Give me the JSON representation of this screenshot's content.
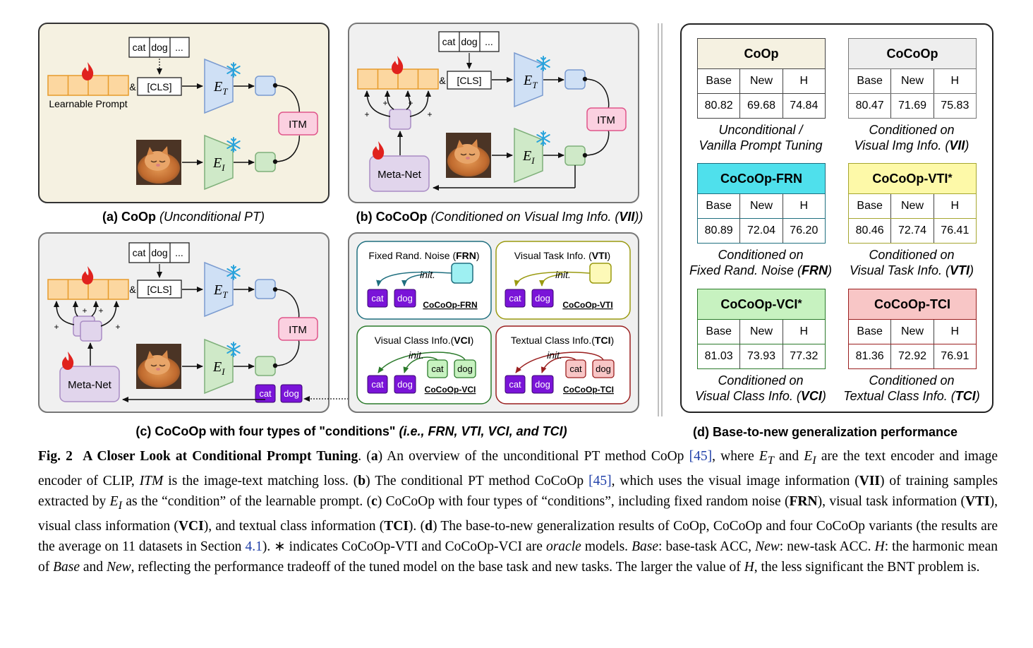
{
  "panel_a": {
    "tokens": [
      "cat",
      "dog",
      "..."
    ],
    "cls": "[CLS]",
    "amp": "&",
    "learnable_label": "Learnable Prompt",
    "enc_t": "E",
    "enc_t_sub": "T",
    "enc_i": "E",
    "enc_i_sub": "I",
    "itm": "ITM",
    "caption_bold": "(a) CoOp",
    "caption_italic": "(Unconditional PT)"
  },
  "panel_b": {
    "tokens": [
      "cat",
      "dog",
      "..."
    ],
    "cls": "[CLS]",
    "amp": "&",
    "itm": "ITM",
    "meta_net": "Meta-Net",
    "plus": "+",
    "caption_bold": "(b) CoCoOp",
    "caption_italic": "(Conditioned on Visual Img Info. (",
    "caption_bold_italic": "VII",
    "caption_italic_end": "))"
  },
  "panel_c": {
    "tokens": [
      "cat",
      "dog",
      "..."
    ],
    "cls": "[CLS]",
    "amp": "&",
    "itm": "ITM",
    "meta_net": "Meta-Net",
    "plus": "+",
    "cat": "cat",
    "dog": "dog",
    "caption_bold": "(c) CoCoOp with four types of \"conditions\"",
    "caption_italic": "(i.e., ",
    "caption_items": [
      "FRN",
      "VTI",
      "VCI",
      "TCI"
    ],
    "caption_and": ", and ",
    "caption_sep": ", ",
    "caption_end": ")"
  },
  "conditions": [
    {
      "title": "Fixed Rand. Noise (",
      "abbr": "FRN",
      "close": ")",
      "method": "CoCoOp-FRN",
      "init": "init.",
      "color": "#1f6f7f",
      "box": "#9ef0f2"
    },
    {
      "title": "Visual Task Info. (",
      "abbr": "VTI",
      "close": ")",
      "method": "CoCoOp-VTI",
      "init": "init.",
      "color": "#9a9a10",
      "box": "#fdf9b8"
    },
    {
      "title": "Visual Class Info.(",
      "abbr": "VCI",
      "close": ")",
      "method": "CoCoOp-VCI",
      "init": "init.",
      "color": "#2b7a2b",
      "box": "#c7f2c0"
    },
    {
      "title": "Textual Class Info.(",
      "abbr": "TCI",
      "close": ")",
      "method": "CoCoOp-TCI",
      "init": "init.",
      "color": "#9a1f1f",
      "box": "#f8c6c6"
    }
  ],
  "results": {
    "columns": [
      "Base",
      "New",
      "H"
    ],
    "tables": [
      {
        "name": "CoOp",
        "values": [
          "80.82",
          "69.68",
          "74.84"
        ],
        "caption1": "Unconditional /",
        "caption2": "Vanilla Prompt Tuning",
        "caption2_bold": "",
        "caption2_end": "",
        "head_color": "#f5f1e1",
        "border": "#333333",
        "star": ""
      },
      {
        "name": "CoCoOp",
        "values": [
          "80.47",
          "71.69",
          "75.83"
        ],
        "caption1": "Conditioned on",
        "caption2": "Visual Img Info. (",
        "caption2_bold": "VII",
        "caption2_end": ")",
        "head_color": "#eeeeee",
        "border": "#777777",
        "star": ""
      },
      {
        "name": "CoCoOp-FRN",
        "values": [
          "80.89",
          "72.04",
          "76.20"
        ],
        "caption1": "Conditioned on",
        "caption2": "Fixed Rand. Noise (",
        "caption2_bold": "FRN",
        "caption2_end": ")",
        "head_color": "#4fe0ec",
        "border": "#1f6f7f",
        "star": ""
      },
      {
        "name": "CoCoOp-VTI",
        "values": [
          "80.46",
          "72.74",
          "76.41"
        ],
        "caption1": "Conditioned on",
        "caption2": "Visual Task Info. (",
        "caption2_bold": "VTI",
        "caption2_end": ")",
        "head_color": "#fdf9a8",
        "border": "#a6a630",
        "star": "*"
      },
      {
        "name": "CoCoOp-VCI",
        "values": [
          "81.03",
          "73.93",
          "77.32"
        ],
        "caption1": "Conditioned on",
        "caption2": "Visual Class Info. (",
        "caption2_bold": "VCI",
        "caption2_end": ")",
        "head_color": "#c7f2c0",
        "border": "#2b7a2b",
        "star": "*"
      },
      {
        "name": "CoCoOp-TCI",
        "values": [
          "81.36",
          "72.92",
          "76.91"
        ],
        "caption1": "Conditioned on",
        "caption2": "Textual Class Info. (",
        "caption2_bold": "TCI",
        "caption2_end": ")",
        "head_color": "#f8c6c6",
        "border": "#9a1f1f",
        "star": ""
      }
    ],
    "caption": "(d) Base-to-new generalization performance"
  },
  "figure_caption": {
    "label": "Fig. 2",
    "title": "A Closer Look at Conditional Prompt Tuning",
    "p1": ". (",
    "a": "a",
    "p2": ") An overview of the unconditional PT method CoOp ",
    "ref1": "[45]",
    "p3": ", where ",
    "et": "E",
    "et_sub": "T",
    "p4": " and ",
    "ei": "E",
    "ei_sub": "I",
    "p5": " are the text encoder and image encoder of CLIP, ",
    "itm": "ITM",
    "p6": " is the image-text matching loss. (",
    "b": "b",
    "p7": ") The conditional PT method CoCoOp ",
    "ref2": "[45]",
    "p8": ", which uses the visual image information (",
    "vii": "VII",
    "p9": ") of training samples extracted by ",
    "ei2": "E",
    "ei2_sub": "I",
    "p10": " as the “condition” of the learnable prompt. (",
    "c": "c",
    "p11": ") CoCoOp with four types of “conditions”, including fixed random noise (",
    "frn": "FRN",
    "p12": "), visual task information (",
    "vti": "VTI",
    "p13": "), visual class information (",
    "vci": "VCI",
    "p14": "), and textual class information (",
    "tci": "TCI",
    "p15": "). (",
    "d": "d",
    "p16": ") The base-to-new generalization results of CoOp, CoCoOp and four CoCoOp variants (the results are the average on 11 datasets in Section ",
    "ref3": "4.1",
    "p17": "). ∗ indicates CoCoOp-VTI and CoCoOp-VCI are ",
    "oracle": "oracle",
    "p18": " models. ",
    "base": "Base",
    "p19": ": base-task ACC, ",
    "new": "New",
    "p20": ": new-task ACC. ",
    "h": "H",
    "p21": ": the harmonic mean of ",
    "base2": "Base",
    "p22": " and ",
    "new2": "New",
    "p23": ", reflecting the performance tradeoff of the tuned model on the base task and new tasks. The larger the value of ",
    "h2": "H",
    "p24": ", the less significant the BNT problem is."
  }
}
